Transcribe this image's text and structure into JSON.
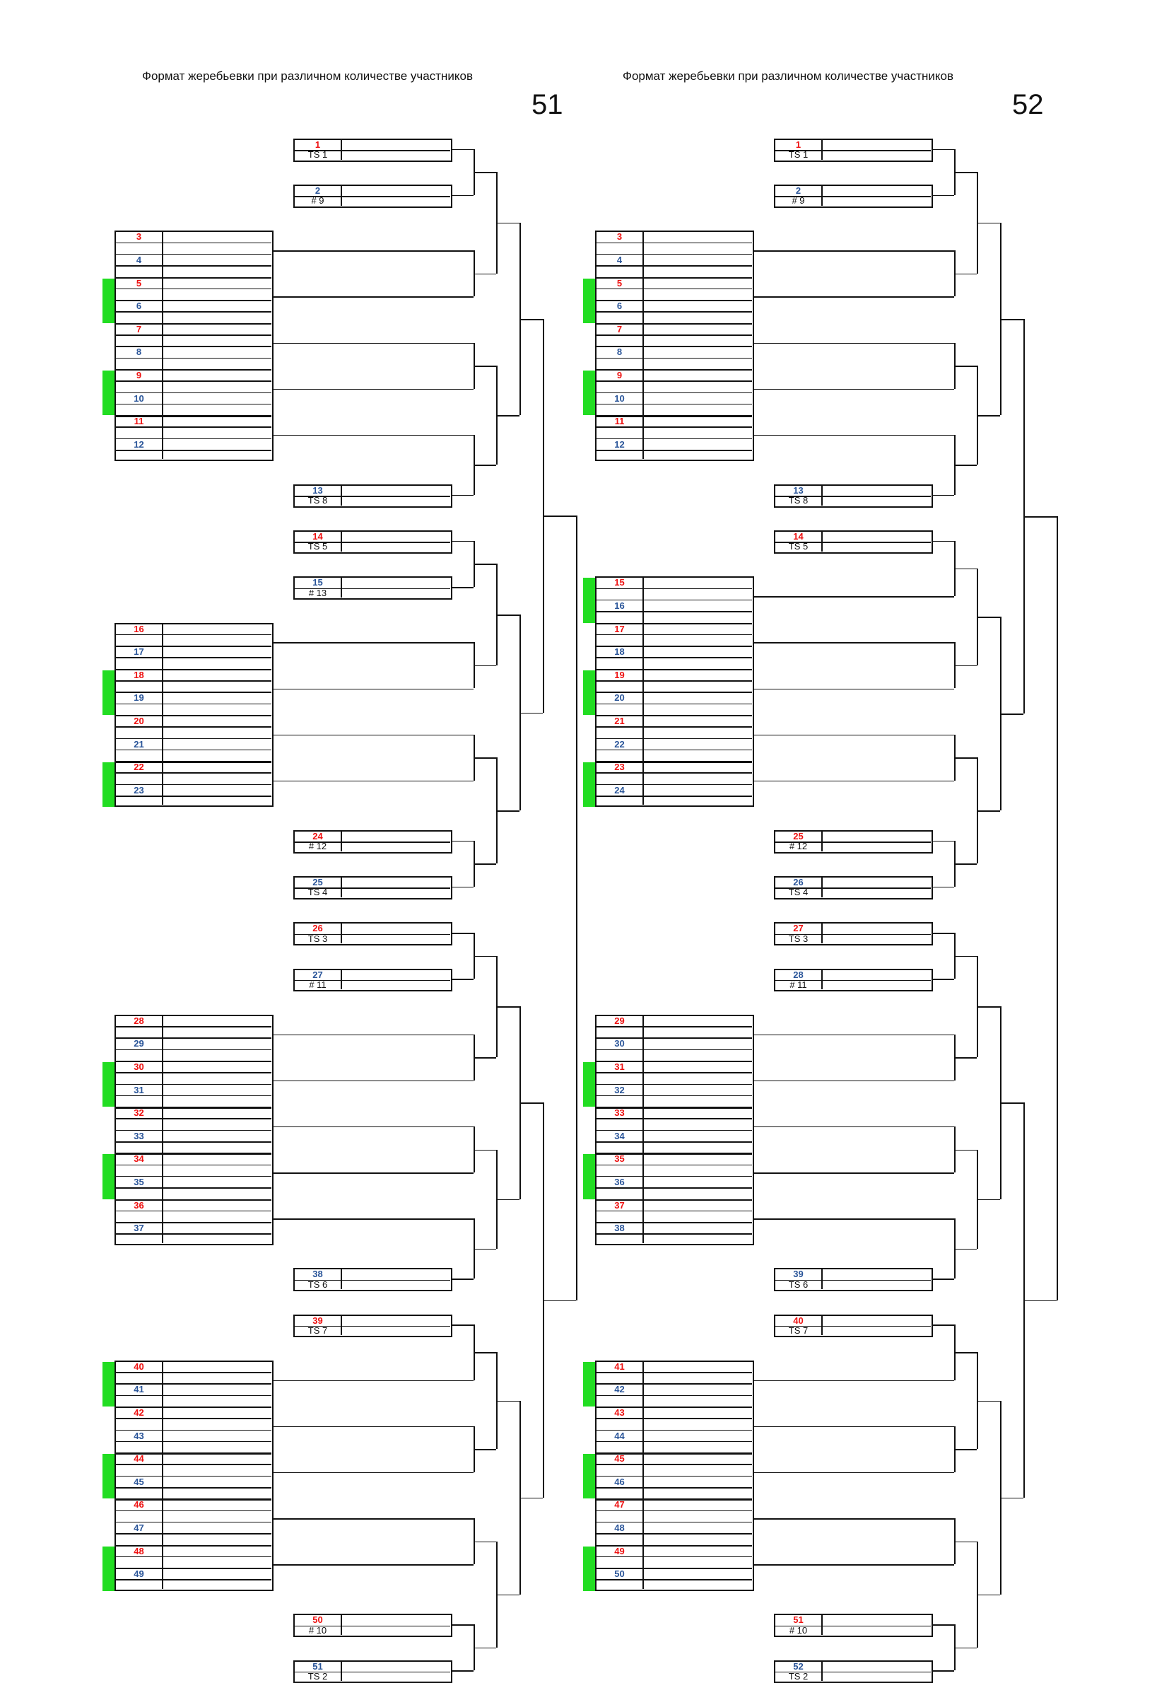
{
  "sheets": [
    {
      "title": "Формат жеребьевки при различном количестве участников",
      "count": "51",
      "slots": [
        {
          "type": "single",
          "num": "1",
          "color": "red",
          "seed": "TS 1"
        },
        {
          "type": "single",
          "num": "2",
          "color": "blue",
          "seed": "# 9"
        },
        {
          "type": "group",
          "rows": [
            "3",
            "4",
            "5",
            "6",
            "7",
            "8",
            "9",
            "10",
            "11",
            "12"
          ],
          "green": [
            2,
            6
          ]
        },
        {
          "type": "single",
          "num": "13",
          "color": "blue",
          "seed": "TS 8"
        },
        {
          "type": "single",
          "num": "14",
          "color": "red",
          "seed": "TS 5"
        },
        {
          "type": "single",
          "num": "15",
          "color": "blue",
          "seed": "# 13"
        },
        {
          "type": "group",
          "rows": [
            "16",
            "17",
            "18",
            "19",
            "20",
            "21",
            "22",
            "23"
          ],
          "green": [
            2,
            6
          ]
        },
        {
          "type": "single",
          "num": "24",
          "color": "red",
          "seed": "# 12"
        },
        {
          "type": "single",
          "num": "25",
          "color": "blue",
          "seed": "TS 4"
        },
        {
          "type": "single",
          "num": "26",
          "color": "red",
          "seed": "TS 3"
        },
        {
          "type": "single",
          "num": "27",
          "color": "blue",
          "seed": "# 11"
        },
        {
          "type": "group",
          "rows": [
            "28",
            "29",
            "30",
            "31",
            "32",
            "33",
            "34",
            "35",
            "36",
            "37"
          ],
          "green": [
            2,
            6
          ]
        },
        {
          "type": "single",
          "num": "38",
          "color": "blue",
          "seed": "TS 6"
        },
        {
          "type": "single",
          "num": "39",
          "color": "red",
          "seed": "TS 7"
        },
        {
          "type": "group",
          "rows": [
            "40",
            "41",
            "42",
            "43",
            "44",
            "45",
            "46",
            "47",
            "48",
            "49"
          ],
          "green": [
            0,
            4,
            8
          ]
        },
        {
          "type": "single",
          "num": "50",
          "color": "red",
          "seed": "# 10"
        },
        {
          "type": "single",
          "num": "51",
          "color": "blue",
          "seed": "TS 2"
        }
      ]
    },
    {
      "title": "Формат жеребьевки при различном количестве участников",
      "count": "52",
      "slots": [
        {
          "type": "single",
          "num": "1",
          "color": "red",
          "seed": "TS 1"
        },
        {
          "type": "single",
          "num": "2",
          "color": "blue",
          "seed": "# 9"
        },
        {
          "type": "group",
          "rows": [
            "3",
            "4",
            "5",
            "6",
            "7",
            "8",
            "9",
            "10",
            "11",
            "12"
          ],
          "green": [
            2,
            6
          ]
        },
        {
          "type": "single",
          "num": "13",
          "color": "blue",
          "seed": "TS 8"
        },
        {
          "type": "single",
          "num": "14",
          "color": "red",
          "seed": "TS 5"
        },
        {
          "type": "group",
          "rows": [
            "15",
            "16",
            "17",
            "18",
            "19",
            "20",
            "21",
            "22",
            "23",
            "24"
          ],
          "green": [
            0,
            4,
            8
          ]
        },
        {
          "type": "single",
          "num": "25",
          "color": "red",
          "seed": "# 12"
        },
        {
          "type": "single",
          "num": "26",
          "color": "blue",
          "seed": "TS 4"
        },
        {
          "type": "single",
          "num": "27",
          "color": "red",
          "seed": "TS 3"
        },
        {
          "type": "single",
          "num": "28",
          "color": "blue",
          "seed": "# 11"
        },
        {
          "type": "group",
          "rows": [
            "29",
            "30",
            "31",
            "32",
            "33",
            "34",
            "35",
            "36",
            "37",
            "38"
          ],
          "green": [
            2,
            6
          ]
        },
        {
          "type": "single",
          "num": "39",
          "color": "blue",
          "seed": "TS 6"
        },
        {
          "type": "single",
          "num": "40",
          "color": "red",
          "seed": "TS 7"
        },
        {
          "type": "group",
          "rows": [
            "41",
            "42",
            "43",
            "44",
            "45",
            "46",
            "47",
            "48",
            "49",
            "50"
          ],
          "green": [
            0,
            4,
            8
          ]
        },
        {
          "type": "single",
          "num": "51",
          "color": "red",
          "seed": "# 10"
        },
        {
          "type": "single",
          "num": "52",
          "color": "blue",
          "seed": "TS 2"
        }
      ]
    }
  ],
  "colors": {
    "red_number": "#ee1111",
    "blue_number": "#2a5599",
    "pair_marker": "#22dd22",
    "lines": "#111111"
  }
}
